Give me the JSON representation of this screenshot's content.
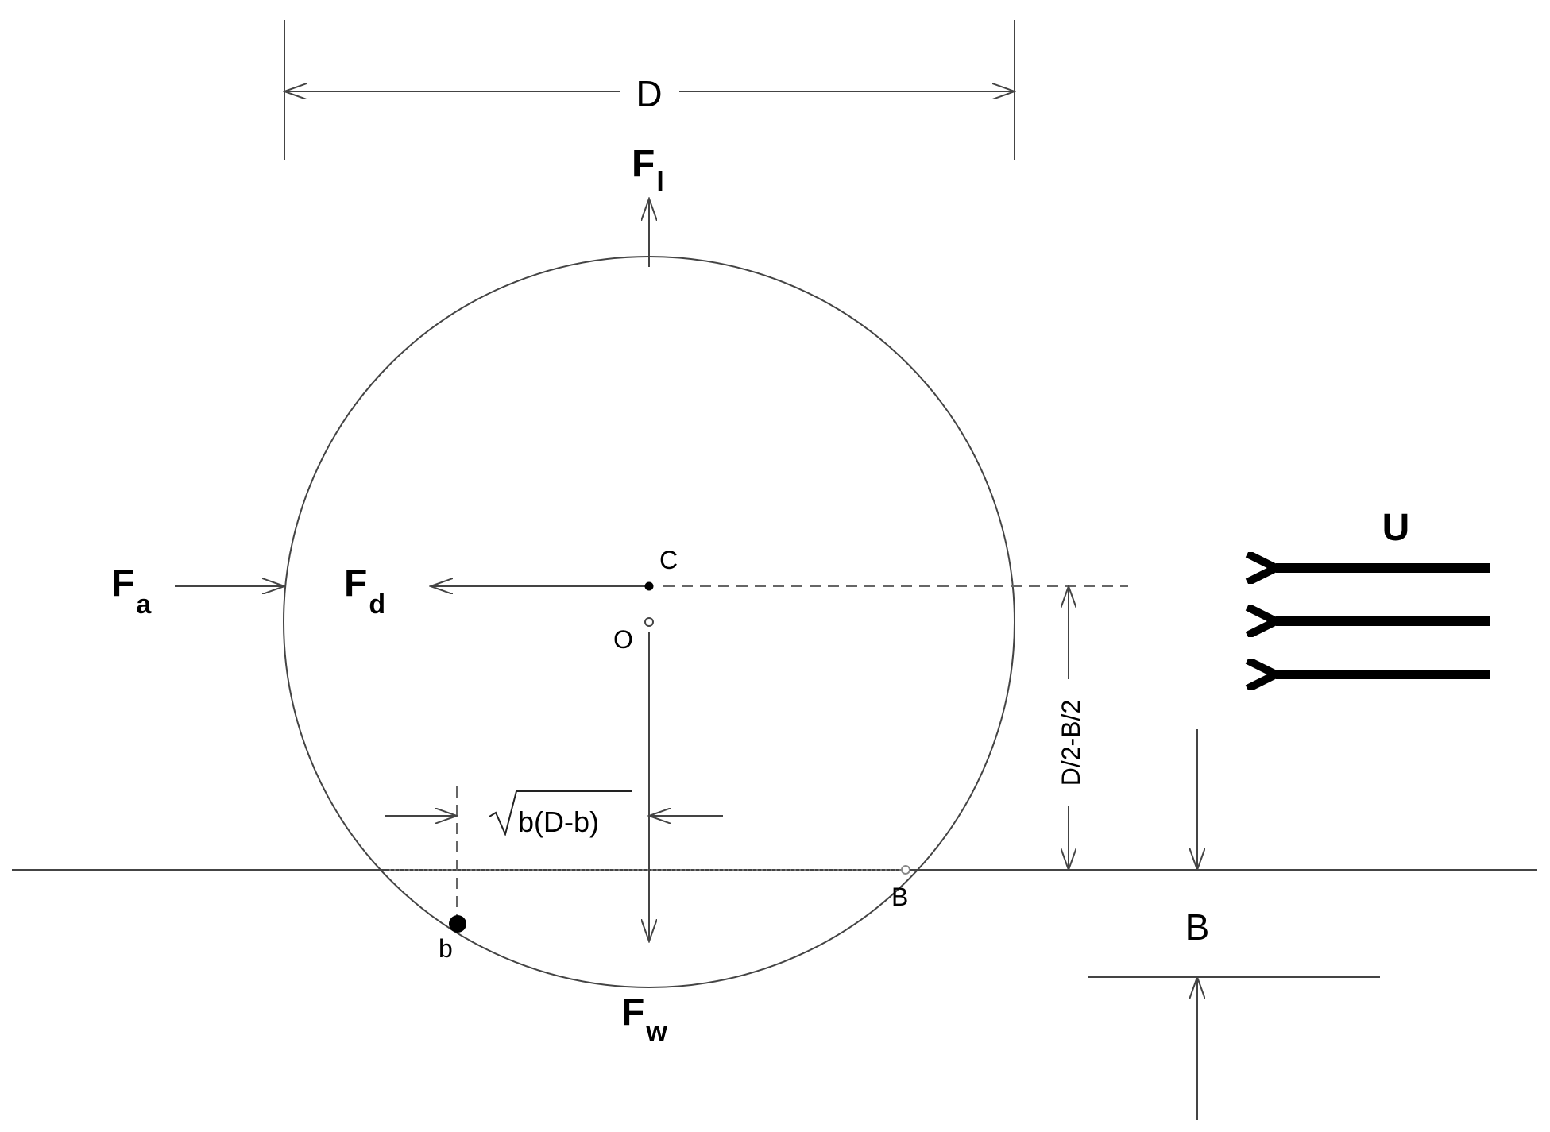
{
  "labels": {
    "diameter": "D",
    "lift_force": "F",
    "lift_force_sub": "l",
    "added_force": "F",
    "added_force_sub": "a",
    "drag_force": "F",
    "drag_force_sub": "d",
    "weight_force": "F",
    "weight_force_sub": "w",
    "flow_velocity": "U",
    "center_c": "C",
    "origin_o": "O",
    "contact_point_b": "b",
    "point_B": "B",
    "gap_B": "B",
    "sqrt_expression": "b(D-b)",
    "half_difference": "D/2-B/2"
  }
}
